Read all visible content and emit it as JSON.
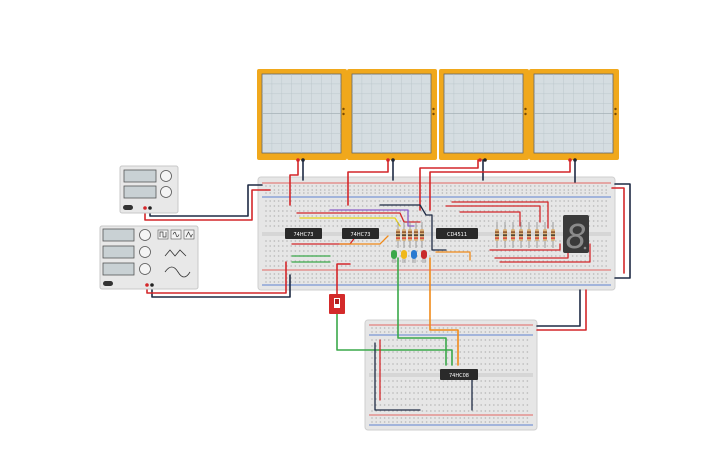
{
  "canvas": {
    "background": "#ffffff"
  },
  "colors": {
    "scope_frame": "#f0a81c",
    "scope_screen": "#d5dde1",
    "breadboard": "#e6e6e6",
    "breadboard_hole": "#b9b9b9",
    "rail_red": "#e23a36",
    "rail_blue": "#3060c8",
    "chip": "#2a2a2a",
    "wire_red": "#d4272a",
    "wire_black": "#1e2a44",
    "wire_green": "#3aa84a",
    "wire_orange": "#f08a1a",
    "wire_purple": "#8a5cc8",
    "wire_yellow": "#e8d21a",
    "seg_display": "#3a3a3a",
    "seg_off": "#5a5a5a",
    "switch": "#d42a2a"
  },
  "oscilloscopes": [
    {
      "id": "scope-1"
    },
    {
      "id": "scope-2"
    },
    {
      "id": "scope-3"
    },
    {
      "id": "scope-4"
    }
  ],
  "chips": {
    "chip1": {
      "label": "74HC73"
    },
    "chip2": {
      "label": "74HC73"
    },
    "chip3": {
      "label": "CD4511"
    },
    "chip4": {
      "label": "74HC08"
    }
  },
  "leds": [
    {
      "color": "#3aa84a"
    },
    {
      "color": "#f0b81a"
    },
    {
      "color": "#2a7ad0"
    },
    {
      "color": "#c82a2a"
    }
  ],
  "power_supply": {
    "id": "dc-power-supply"
  },
  "function_generator": {
    "id": "function-generator"
  },
  "seven_segment": {
    "digit": "8"
  }
}
